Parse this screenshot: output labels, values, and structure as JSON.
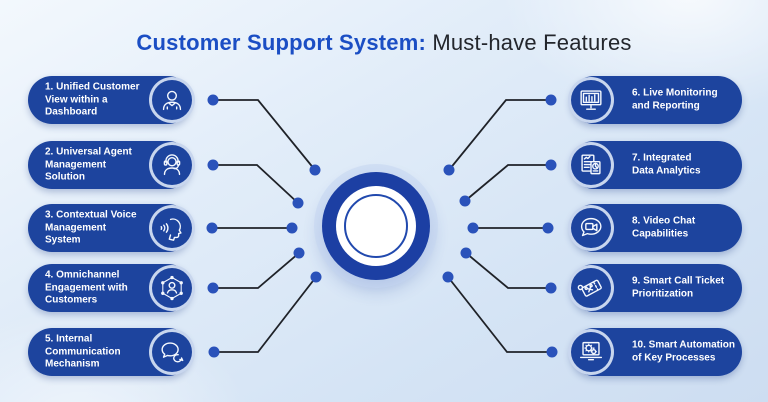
{
  "title": {
    "highlight": "Customer Support System:",
    "rest": " Must-have Features"
  },
  "features": {
    "left": [
      {
        "label": "1. Unified Customer\nView within a\nDashboard",
        "icon": "user-icon"
      },
      {
        "label": "2. Universal Agent\nManagement\nSolution",
        "icon": "support-agent-icon"
      },
      {
        "label": "3. Contextual Voice\nManagement\nSystem",
        "icon": "voice-speaking-icon"
      },
      {
        "label": "4. Omnichannel\nEngagement with\nCustomers",
        "icon": "omnichannel-network-icon"
      },
      {
        "label": "5. Internal\nCommunication\nMechanism",
        "icon": "chat-bubbles-icon"
      }
    ],
    "right": [
      {
        "label": "6. Live Monitoring\nand Reporting",
        "icon": "monitor-chart-icon"
      },
      {
        "label": "7. Integrated\nData Analytics",
        "icon": "documents-analytics-icon"
      },
      {
        "label": "8. Video Chat\nCapabilities",
        "icon": "video-chat-icon"
      },
      {
        "label": "9. Smart Call Ticket\nPrioritization",
        "icon": "ticket-icon"
      },
      {
        "label": "10. Smart Automation\nof Key Processes",
        "icon": "laptop-gears-icon"
      }
    ]
  },
  "colors": {
    "pill_blue": "#1d449e",
    "center_ring_blue": "#1c3fa3",
    "connector_dot_blue": "#2a52ba",
    "connector_line": "#1f2228",
    "title_highlight_blue": "#1b4ec4",
    "title_text": "#23262c",
    "background_light_blue": "#d5e4f5",
    "icon_stroke": "#f4f8fe"
  }
}
